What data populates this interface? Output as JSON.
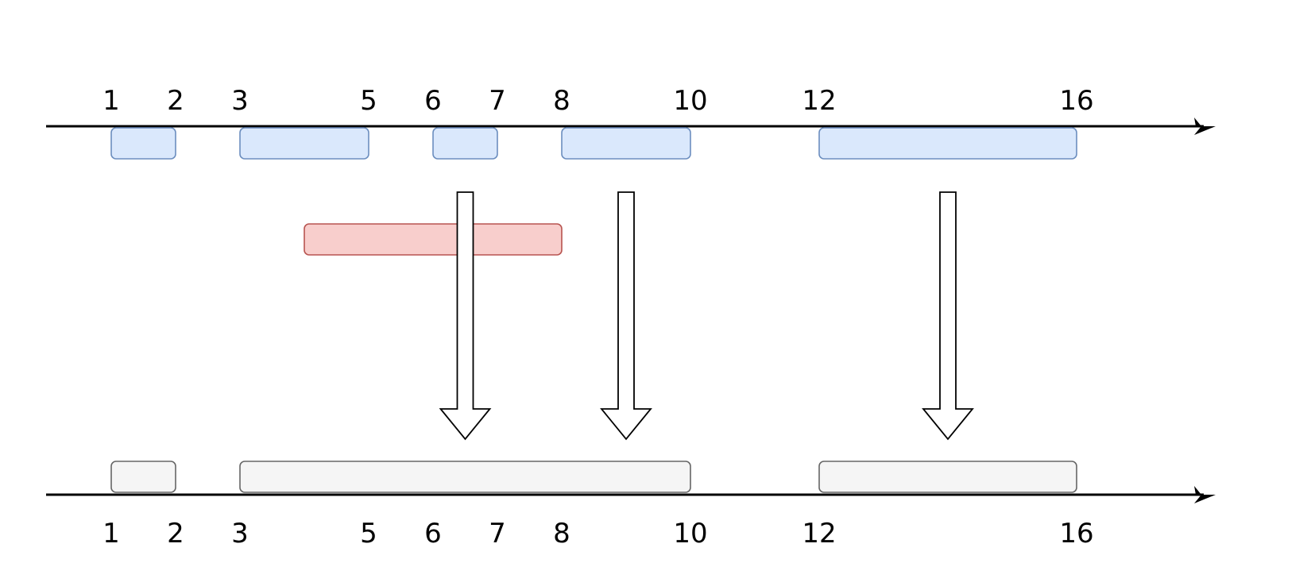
{
  "colors": {
    "axis": "#000000",
    "original_fill": "#dae8fc",
    "original_stroke": "#6c8ebf",
    "new_fill": "#f8cecc",
    "new_stroke": "#b85450",
    "merged_fill": "#f5f5f5",
    "merged_stroke": "#666666",
    "arrow_fill": "#ffffff",
    "arrow_stroke": "#000000"
  },
  "top_axis": {
    "tick_labels": [
      "1",
      "2",
      "3",
      "5",
      "6",
      "7",
      "8",
      "10",
      "12",
      "16"
    ],
    "intervals": [
      {
        "start": 1,
        "end": 2
      },
      {
        "start": 3,
        "end": 5
      },
      {
        "start": 6,
        "end": 7
      },
      {
        "start": 8,
        "end": 10
      },
      {
        "start": 12,
        "end": 16
      }
    ]
  },
  "new_interval": {
    "start": 4,
    "end": 8
  },
  "bottom_axis": {
    "tick_labels": [
      "1",
      "2",
      "3",
      "5",
      "6",
      "7",
      "8",
      "10",
      "12",
      "16"
    ],
    "intervals": [
      {
        "start": 1,
        "end": 2
      },
      {
        "start": 3,
        "end": 10
      },
      {
        "start": 12,
        "end": 16
      }
    ]
  },
  "arrows": [
    {
      "at": 6.5
    },
    {
      "at": 9
    },
    {
      "at": 14
    }
  ]
}
